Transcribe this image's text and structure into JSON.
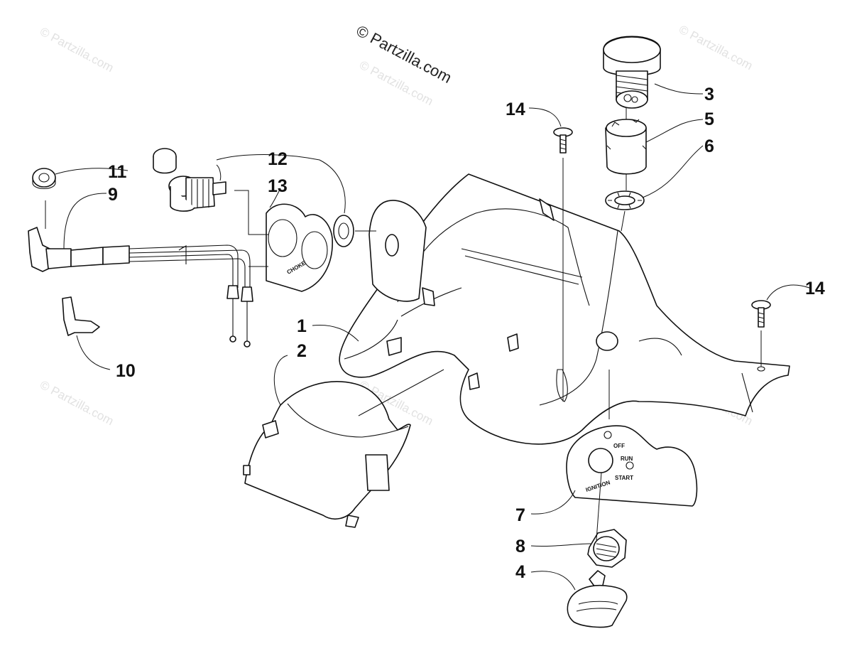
{
  "copyright": "© Partzilla.com",
  "watermarks": [
    "© Partzilla.com",
    "© Partzilla.com",
    "© Partzilla.com",
    "© Partzilla.com",
    "© Partzilla.com",
    "© Partzilla.com"
  ],
  "callouts": {
    "c1": "1",
    "c2": "2",
    "c3": "3",
    "c4": "4",
    "c5": "5",
    "c6": "6",
    "c7": "7",
    "c8": "8",
    "c9": "9",
    "c10": "10",
    "c11": "11",
    "c12": "12",
    "c13": "13",
    "c14a": "14",
    "c14b": "14"
  },
  "ignition_plate": {
    "off": "OFF",
    "run": "RUN",
    "start": "START",
    "ignition": "IGNITION"
  },
  "choke_plate": {
    "choke": "CHOKE"
  },
  "colors": {
    "ink": "#111111",
    "watermark": "#e2e2e2",
    "paper": "#ffffff"
  }
}
